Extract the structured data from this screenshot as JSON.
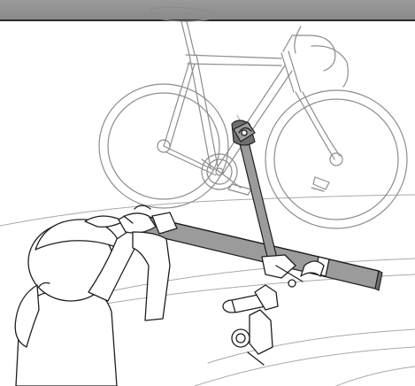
{
  "figure": {
    "header_band_color": "#8f8f8f",
    "line_color": "#1e1e1e",
    "bike_line_color": "#8c8c8c",
    "rack_color": "#9b9b9b",
    "parts": [
      "bicycle",
      "roof-rack-bar",
      "bike-mount-arm",
      "frame-clamp",
      "mounting-knob",
      "car-roof",
      "person"
    ]
  }
}
